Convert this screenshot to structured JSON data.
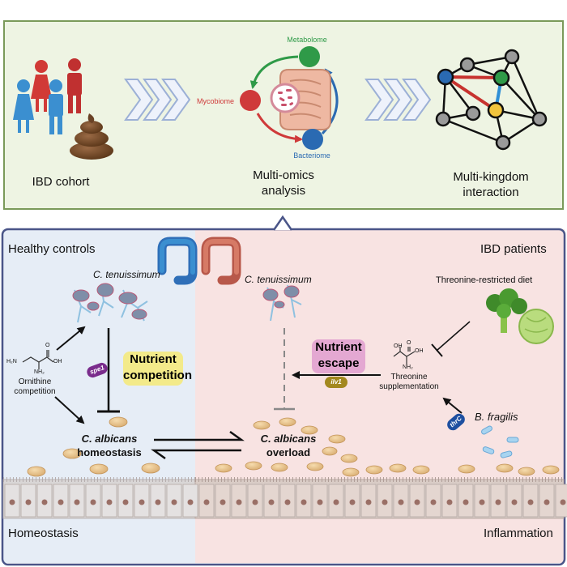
{
  "top": {
    "cohort_label": "IBD cohort",
    "analysis_label_1": "Multi-omics",
    "analysis_label_2": "analysis",
    "interaction_label_1": "Multi-kingdom",
    "interaction_label_2": "interaction",
    "metabolome": "Metabolome",
    "mycobiome": "Mycobiome",
    "bacteriome": "Bacteriome"
  },
  "left": {
    "title": "Healthy controls",
    "fungus": "C. tenuissimum",
    "ornithine": "Ornithine",
    "ornithine_competition": "competition",
    "gene": "spe1",
    "mechanism_1": "Nutrient",
    "mechanism_2": "competition",
    "state_1": "C. albicans",
    "state_2": "homeostasis",
    "footer": "Homeostasis"
  },
  "right": {
    "title": "IBD patients",
    "fungus": "C. tenuissimum",
    "diet": "Threonine-restricted diet",
    "threonine_1": "Threonine",
    "threonine_2": "supplementation",
    "gene_ilv": "ilv1",
    "mechanism_1": "Nutrient",
    "mechanism_2": "escape",
    "bacterium": "B. fragilis",
    "gene_thr": "thrC",
    "state_1": "C. albicans",
    "state_2": "overload",
    "footer": "Inflammation"
  },
  "chem": {
    "h2n": "H₂N",
    "oh": "OH",
    "o": "O",
    "nh2": "NH₂"
  },
  "colors": {
    "top_bg": "#eef4e3",
    "top_border": "#7a9a5a",
    "left_bg": "#e6edf6",
    "right_bg": "#f8e3e2",
    "frame": "#4a5588",
    "metabolome": "#2f9a48",
    "mycobiome": "#cf3a3a",
    "bacteriome": "#2a6ab2",
    "yellow_badge": "#f3ea8a",
    "pink_badge": "#e4a8d2"
  }
}
